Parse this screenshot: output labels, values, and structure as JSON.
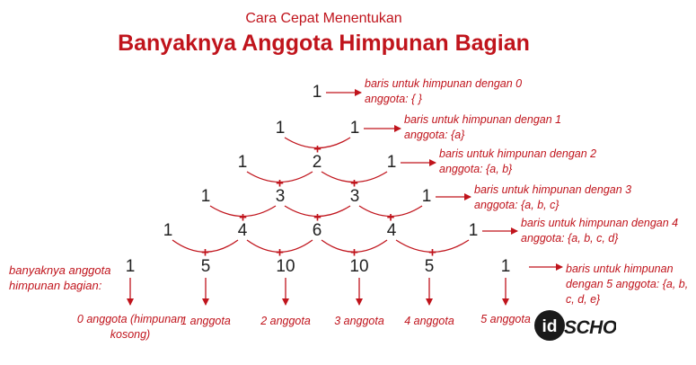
{
  "header": {
    "subtitle": "Cara Cepat Menentukan",
    "title": "Banyaknya Anggota Himpunan Bagian"
  },
  "triangle": {
    "rows": [
      [
        "1"
      ],
      [
        "1",
        "1"
      ],
      [
        "1",
        "2",
        "1"
      ],
      [
        "1",
        "3",
        "3",
        "1"
      ],
      [
        "1",
        "4",
        "6",
        "4",
        "1"
      ],
      [
        "1",
        "5",
        "10",
        "10",
        "5",
        "1"
      ]
    ],
    "plus_sign": "+"
  },
  "row_notes": [
    "baris untuk himpunan dengan 0 anggota: { }",
    "baris untuk himpunan dengan 1 anggota: {a}",
    "baris untuk himpunan dengan 2 anggota: {a, b}",
    "baris untuk himpunan dengan 3 anggota: {a, b, c}",
    "baris untuk himpunan dengan 4 anggota: {a, b, c, d}",
    "baris untuk himpunan dengan 5 anggota: {a, b, c, d, e}"
  ],
  "side_label": "banyaknya anggota himpunan bagian:",
  "counts": [
    "0 anggota (himpunan kosong)",
    "1 anggota",
    "2 anggota",
    "3 anggota",
    "4 anggota",
    "5 anggota"
  ],
  "logo": {
    "text_id": "id",
    "text_school": "SCHOOL"
  },
  "colors": {
    "accent": "#c0141c",
    "text": "#222222"
  },
  "icons": [
    "right-arrow-icon",
    "down-arrow-icon",
    "addition-arc-icon"
  ]
}
